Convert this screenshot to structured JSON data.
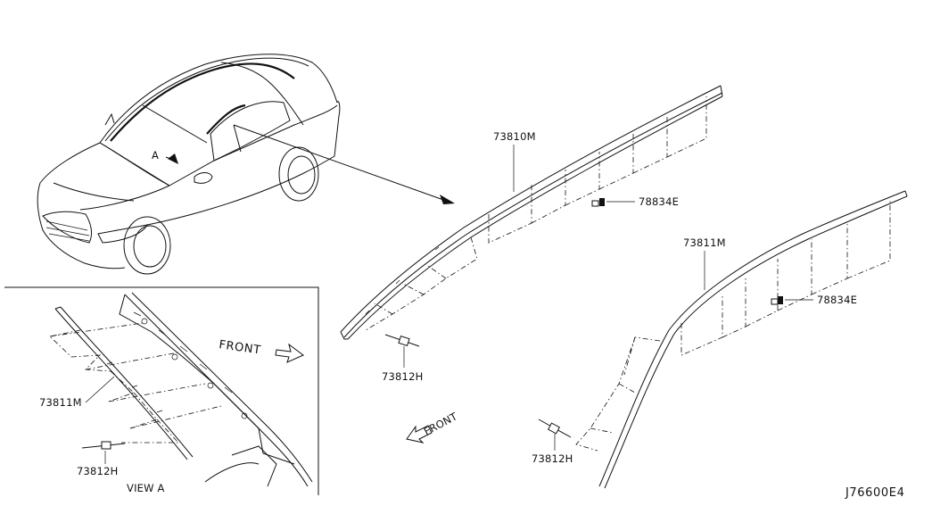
{
  "labels": {
    "part_73810M": "73810M",
    "part_78834E_upper": "78834E",
    "part_73811M_main": "73811M",
    "part_78834E_lower": "78834E",
    "part_73812H_main_left": "73812H",
    "part_73812H_main_right": "73812H",
    "part_73811M_view": "73811M",
    "part_73812H_view": "73812H",
    "view_a_title": "VIEW A",
    "front_view": "FRONT",
    "front_main": "FRONT",
    "view_marker": "A",
    "diagram_code": "J76600E4"
  }
}
